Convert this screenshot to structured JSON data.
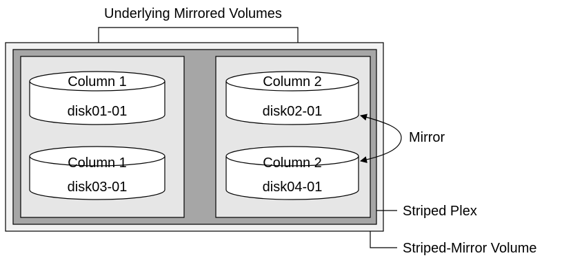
{
  "title": "Underlying Mirrored Volumes",
  "columns": [
    {
      "disks": [
        {
          "column": "Column 1",
          "disk": "disk01-01"
        },
        {
          "column": "Column 1",
          "disk": "disk03-01"
        }
      ]
    },
    {
      "disks": [
        {
          "column": "Column 2",
          "disk": "disk02-01"
        },
        {
          "column": "Column 2",
          "disk": "disk04-01"
        }
      ]
    }
  ],
  "labels": {
    "mirror": "Mirror",
    "striped_plex": "Striped Plex",
    "striped_mirror_volume": "Striped-Mirror Volume"
  },
  "colors": {
    "volume_fill": "#f2f2f2",
    "plex_fill": "#a6a6a6",
    "subvolume_fill": "#e6e6e6",
    "disk_fill": "#ffffff",
    "stroke": "#000000"
  }
}
